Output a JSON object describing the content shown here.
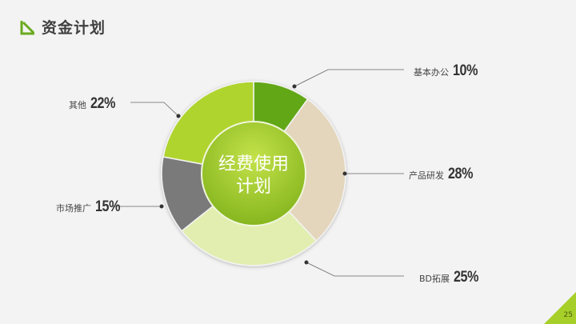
{
  "header": {
    "title": "资金计划",
    "icon": "arrow-down-right-icon",
    "accent": "#6aaa1e"
  },
  "center": {
    "line1": "经费使用",
    "line2": "计划"
  },
  "labels": [
    {
      "name": "基本办公",
      "pct": "10%"
    },
    {
      "name": "产品研发",
      "pct": "28%"
    },
    {
      "name": "BD拓展",
      "pct": "25%"
    },
    {
      "name": "市场推广",
      "pct": "15%"
    },
    {
      "name": "其他",
      "pct": "22%"
    }
  ],
  "page_number": "25",
  "chart_data": {
    "type": "pie",
    "title": "经费使用计划",
    "categories": [
      "基本办公",
      "产品研发",
      "BD拓展",
      "市场推广",
      "其他"
    ],
    "values": [
      10,
      28,
      25,
      15,
      22
    ],
    "colors": [
      "#62a818",
      "#e4d6bc",
      "#e2eeb0",
      "#7a7a7a",
      "#b0d42e"
    ],
    "donut": true
  }
}
